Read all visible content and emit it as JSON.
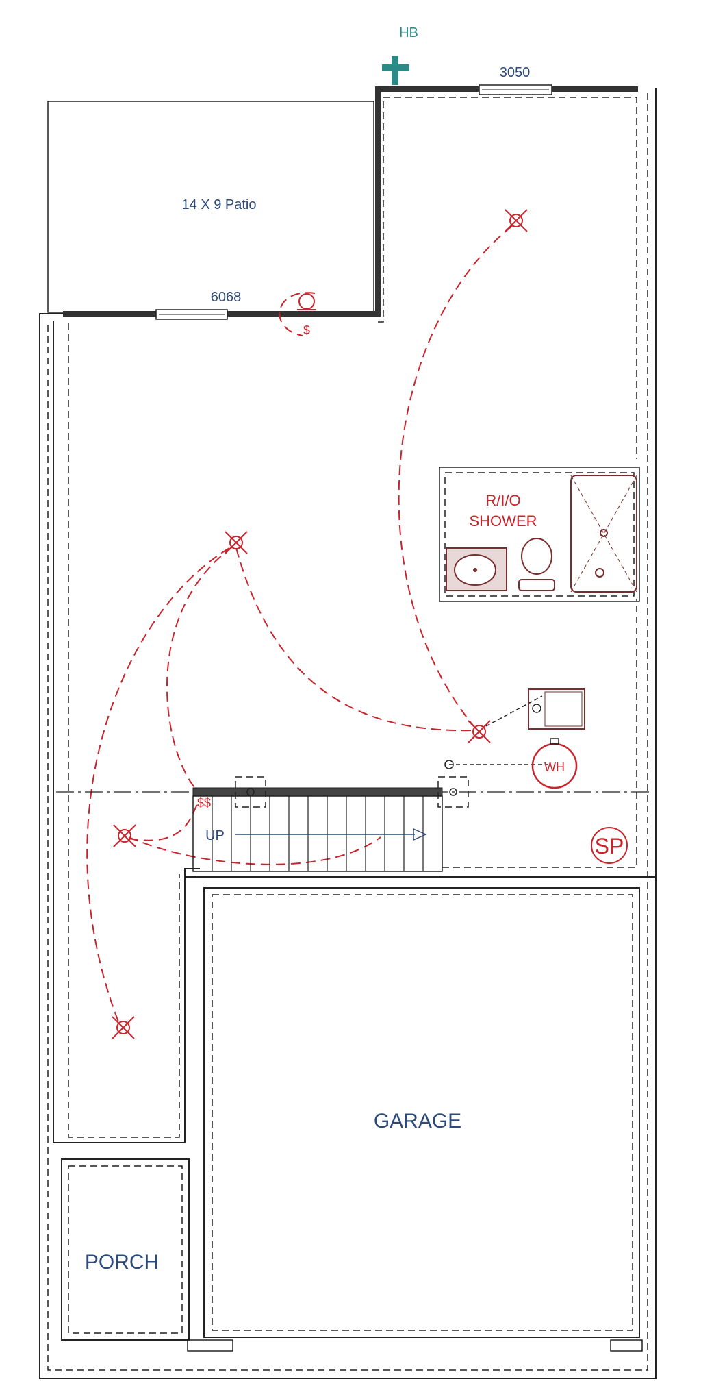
{
  "labels": {
    "hose_bib": "HB",
    "window_rear": "3050",
    "patio": "14 X 9 Patio",
    "door_patio": "6068",
    "switch_single": "$",
    "switch_double": "$$",
    "shower": [
      "R/I/O",
      "SHOWER"
    ],
    "water_heater": "WH",
    "stairs_up": "UP",
    "sump_pump": "SP",
    "garage": "GARAGE",
    "porch": "PORCH"
  },
  "colors": {
    "label_blue": "#2d4a7c",
    "electrical_red": "#c8242c",
    "hose_bib_teal": "#2b8a85",
    "wall": "#222222",
    "fixture": "#7a2e2e"
  },
  "icons": [
    "hose-bib-icon",
    "ceiling-light-icon",
    "exterior-light-icon",
    "switch-icon",
    "toilet-icon",
    "sink-icon",
    "shower-icon",
    "water-heater-icon",
    "sump-pump-icon"
  ]
}
